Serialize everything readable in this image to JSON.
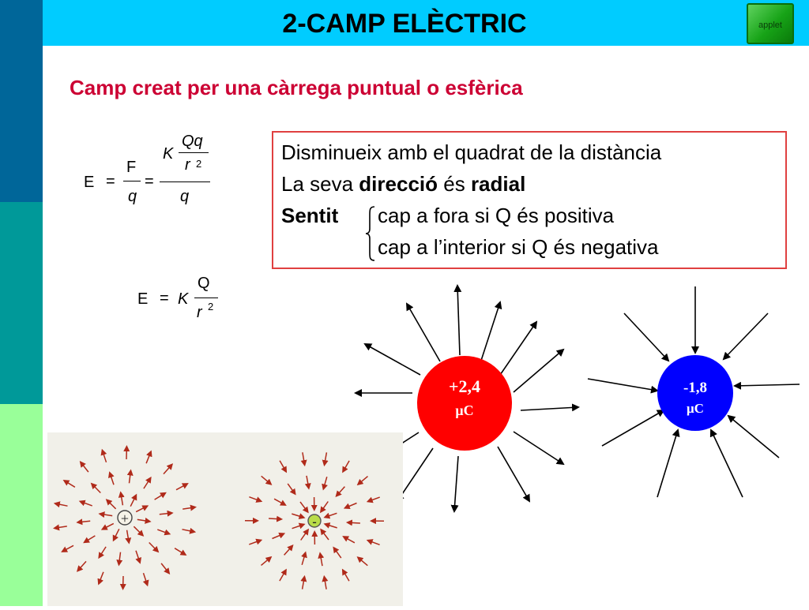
{
  "header": {
    "title": "2-CAMP ELÈCTRIC",
    "applet_label": "applet"
  },
  "subtitle": "Camp creat per una càrrega puntual o esfèrica",
  "formula1": {
    "lhs": "E",
    "eq1": "=",
    "F": "F",
    "q1": "q",
    "eq2": "=",
    "K": "K",
    "Qq": "Qq",
    "r": "r",
    "exp": "2",
    "q2": "q"
  },
  "formula2": {
    "lhs": "E",
    "eq": "=",
    "K": "K",
    "Q": "Q",
    "r": "r",
    "exp": "2"
  },
  "info": {
    "line1": "Disminueix amb el quadrat de la distància",
    "line2_pre": "La seva ",
    "line2_b1": "direcció",
    "line2_mid": " és ",
    "line2_b2": "radial",
    "sentit_label": "Sentit",
    "sentit_pos": "cap a fora si Q és positiva",
    "sentit_neg": "cap a l’interior si Q és negativa"
  },
  "charges": {
    "positive": {
      "value": "+2,4",
      "unit": "μC",
      "color": "#ff0000"
    },
    "negative": {
      "value": "-1,8",
      "unit": "μC",
      "color": "#0000ff"
    }
  },
  "photo": {
    "plus_sign": "+",
    "minus_sign": "-"
  },
  "colors": {
    "sidebar_top": "#006699",
    "sidebar_mid": "#009999",
    "sidebar_bottom": "#99ff99",
    "title_bar": "#00ccff",
    "subtitle": "#cc0033",
    "box_border": "#e04040"
  }
}
